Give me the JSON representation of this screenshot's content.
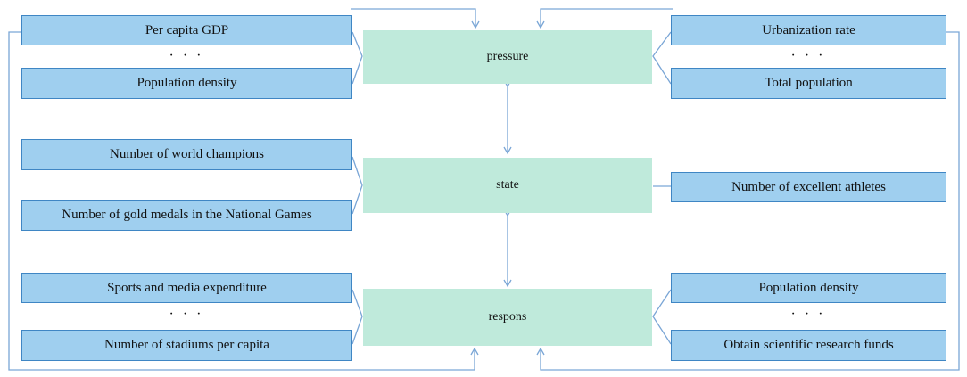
{
  "center": {
    "pressure": "pressure",
    "state": "state",
    "respons": "respons"
  },
  "left": {
    "pressure": {
      "top": "Per capita GDP",
      "ellipsis": "· · ·",
      "bottom": "Population density"
    },
    "state": {
      "top": "Number of world champions",
      "bottom": "Number of gold medals in the National Games"
    },
    "respons": {
      "top": "Sports and media expenditure",
      "ellipsis": "· · ·",
      "bottom": "Number of stadiums per capita"
    }
  },
  "right": {
    "pressure": {
      "top": "Urbanization rate",
      "ellipsis": "· · ·",
      "bottom": "Total population"
    },
    "state": {
      "single": "Number of excellent athletes"
    },
    "respons": {
      "top": "Population density",
      "ellipsis": "· · ·",
      "bottom": "Obtain scientific research funds"
    }
  },
  "colors": {
    "indicator_fill": "#9fcfef",
    "indicator_border": "#3f86c4",
    "stage_fill": "#bfeadb",
    "connector": "#7aa6d6"
  }
}
